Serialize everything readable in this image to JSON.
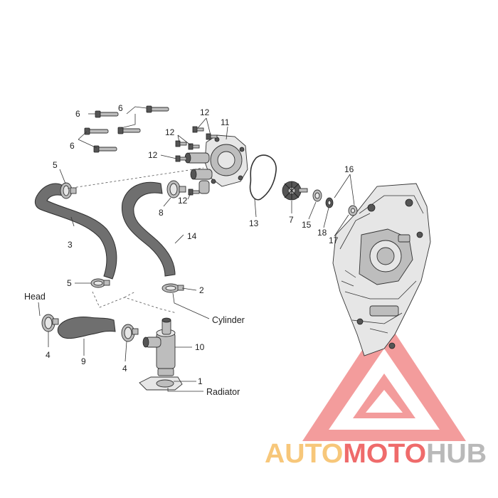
{
  "callouts": {
    "c1": "1",
    "c2": "2",
    "c3": "3",
    "c4a": "4",
    "c4b": "4",
    "c5a": "5",
    "c5b": "5",
    "c6a": "6",
    "c6b": "6",
    "c6c": "6",
    "c7": "7",
    "c8": "8",
    "c9": "9",
    "c10": "10",
    "c11": "11",
    "c12a": "12",
    "c12b": "12",
    "c12c": "12",
    "c12d": "12",
    "c13": "13",
    "c14": "14",
    "c15": "15",
    "c16": "16",
    "c17": "17",
    "c18": "18"
  },
  "labels": {
    "head": "Head",
    "cylinder": "Cylinder",
    "radiator": "Radiator"
  },
  "watermark": {
    "part1": "AUTO",
    "part2": "MOTO",
    "part3": "HUB",
    "colors": {
      "triangle": "#ef7b7b",
      "auto": "#f7c77a",
      "moto": "#ef6b6b",
      "hub": "#b9b9b9"
    }
  }
}
